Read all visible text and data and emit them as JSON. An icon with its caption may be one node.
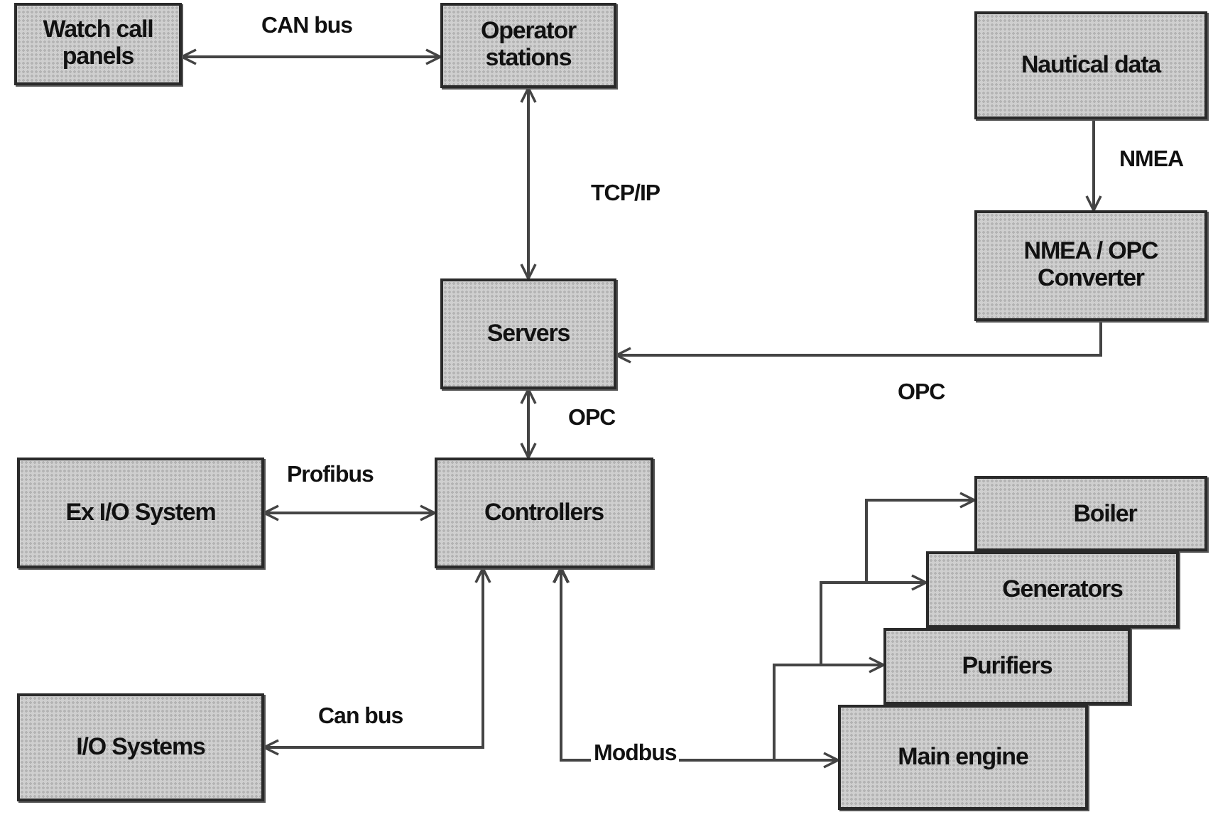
{
  "diagram": {
    "nodes": [
      {
        "text": [
          "Watch call panels"
        ]
      },
      {
        "text": [
          "Operator stations"
        ]
      },
      {
        "text": [
          "Nautical data"
        ]
      },
      {
        "text": [
          "NMEA / OPC Converter"
        ]
      },
      {
        "text": [
          "Servers"
        ]
      },
      {
        "text": [
          "Ex I/O System"
        ]
      },
      {
        "text": [
          "Controllers"
        ]
      },
      {
        "text": [
          "Boiler"
        ]
      },
      {
        "text": [
          "Generators"
        ]
      },
      {
        "text": [
          "Purifiers"
        ]
      },
      {
        "text": [
          "Main engine"
        ]
      },
      {
        "text": [
          "I/O Systems"
        ]
      }
    ],
    "edges": [
      {
        "from": 0,
        "to": 1,
        "arrow": "both",
        "label": "CAN bus"
      },
      {
        "from": 1,
        "to": 4,
        "arrow": "both",
        "label": "TCP/IP"
      },
      {
        "from": 2,
        "to": 3,
        "arrow": "to",
        "label": "NMEA"
      },
      {
        "from": 3,
        "to": 4,
        "arrow": "to",
        "label": "OPC"
      },
      {
        "from": 4,
        "to": 6,
        "arrow": "both",
        "label": "OPC"
      },
      {
        "from": 5,
        "to": 6,
        "arrow": "both",
        "label": "Profibus"
      },
      {
        "from": 6,
        "to": 11,
        "arrow": "both",
        "label": "Can bus"
      },
      {
        "from": 6,
        "to": 10,
        "arrow": "both",
        "label": "Modbus"
      },
      {
        "from": 6,
        "to": 9,
        "arrow": "both"
      },
      {
        "from": 6,
        "to": 8,
        "arrow": "both"
      },
      {
        "from": 6,
        "to": 7,
        "arrow": "both"
      }
    ]
  }
}
